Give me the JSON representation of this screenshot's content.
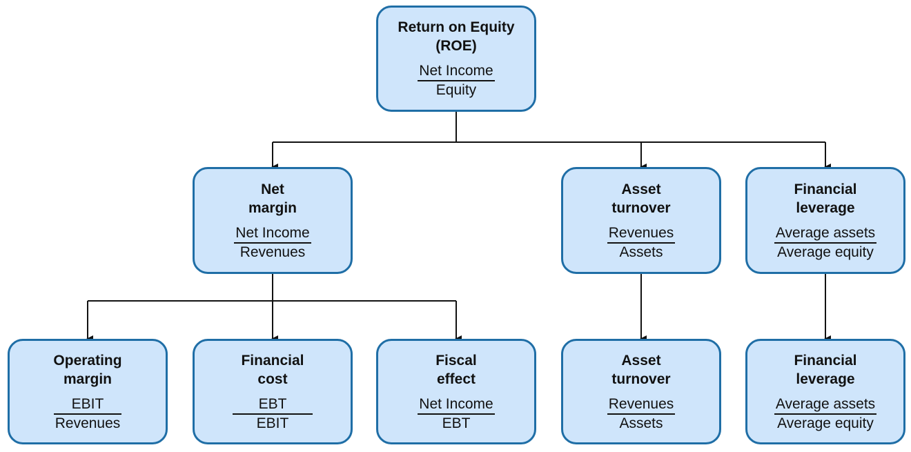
{
  "nodes": {
    "roe": {
      "title": [
        "Return on Equity",
        "(ROE)"
      ],
      "numerator": "Net Income",
      "denominator": "Equity"
    },
    "net_margin": {
      "title": [
        "Net",
        "margin"
      ],
      "numerator": "Net Income",
      "denominator": "Revenues"
    },
    "asset_turnover": {
      "title": [
        "Asset",
        "turnover"
      ],
      "numerator": "Revenues",
      "denominator": "Assets"
    },
    "financial_leverage": {
      "title": [
        "Financial",
        "leverage"
      ],
      "numerator": "Average assets",
      "denominator": "Average equity"
    },
    "operating_margin": {
      "title": [
        "Operating",
        "margin"
      ],
      "numerator": "EBIT",
      "denominator": "Revenues"
    },
    "financial_cost": {
      "title": [
        "Financial",
        "cost"
      ],
      "numerator": "EBT",
      "denominator": "EBIT"
    },
    "fiscal_effect": {
      "title": [
        "Fiscal",
        "effect"
      ],
      "numerator": "Net Income",
      "denominator": "EBT"
    },
    "asset_turnover_2": {
      "title": [
        "Asset",
        "turnover"
      ],
      "numerator": "Revenues",
      "denominator": "Assets"
    },
    "financial_leverage_2": {
      "title": [
        "Financial",
        "leverage"
      ],
      "numerator": "Average assets",
      "denominator": "Average equity"
    }
  },
  "colors": {
    "node_fill": "#cfe5fb",
    "node_border": "#1f6ea6",
    "connector": "#111111"
  }
}
